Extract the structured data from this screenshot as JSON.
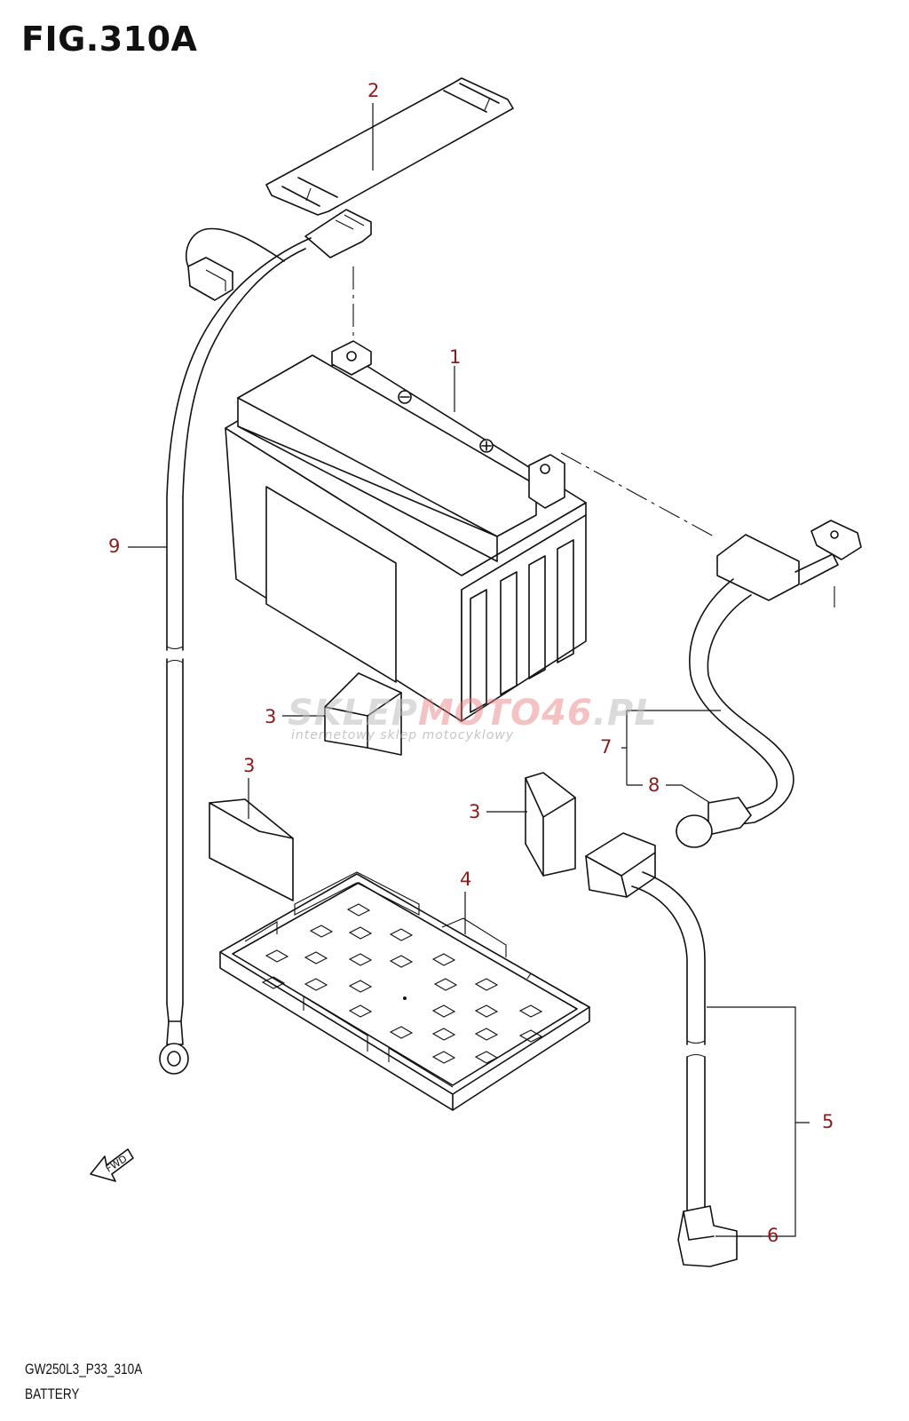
{
  "figure": {
    "title": "FIG.310A",
    "code": "GW250L3_P33_310A",
    "name": "BATTERY"
  },
  "callouts": [
    "1",
    "2",
    "3",
    "3",
    "3",
    "4",
    "5",
    "6",
    "7",
    "8",
    "9"
  ],
  "fwd_arrow_label": "FWD",
  "watermark": {
    "main_a": "SKLEP",
    "main_b": "MOTO46",
    "main_c": ".PL",
    "sub": "internetowy sklep motocyklowy"
  },
  "icons": [
    "fwd-arrow-icon"
  ]
}
